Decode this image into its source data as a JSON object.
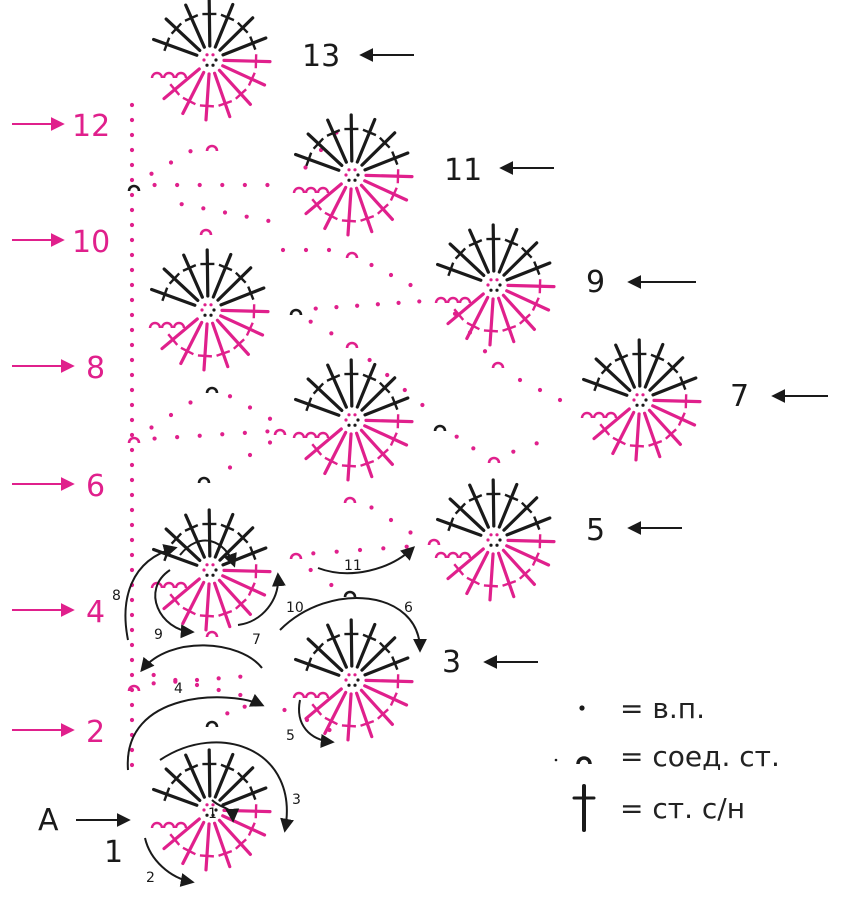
{
  "colors": {
    "black": "#1a1a1a",
    "magenta": "#e0208c"
  },
  "rows": {
    "r1": "1",
    "r2": "2",
    "r3": "3",
    "r4": "4",
    "r5": "5",
    "r6": "6",
    "r7": "7",
    "r8": "8",
    "r9": "9",
    "r10": "10",
    "r11": "11",
    "r12": "12",
    "r13": "13"
  },
  "start_label": "A",
  "steps": {
    "s1": "1",
    "s2": "2",
    "s3": "3",
    "s4": "4",
    "s5": "5",
    "s6": "6",
    "s7": "7",
    "s8": "8",
    "s9": "9",
    "s10": "10",
    "s11": "11"
  },
  "legend": {
    "chain": "= в.п.",
    "slip": "= соед. ст.",
    "dc": "= ст. с/н"
  }
}
